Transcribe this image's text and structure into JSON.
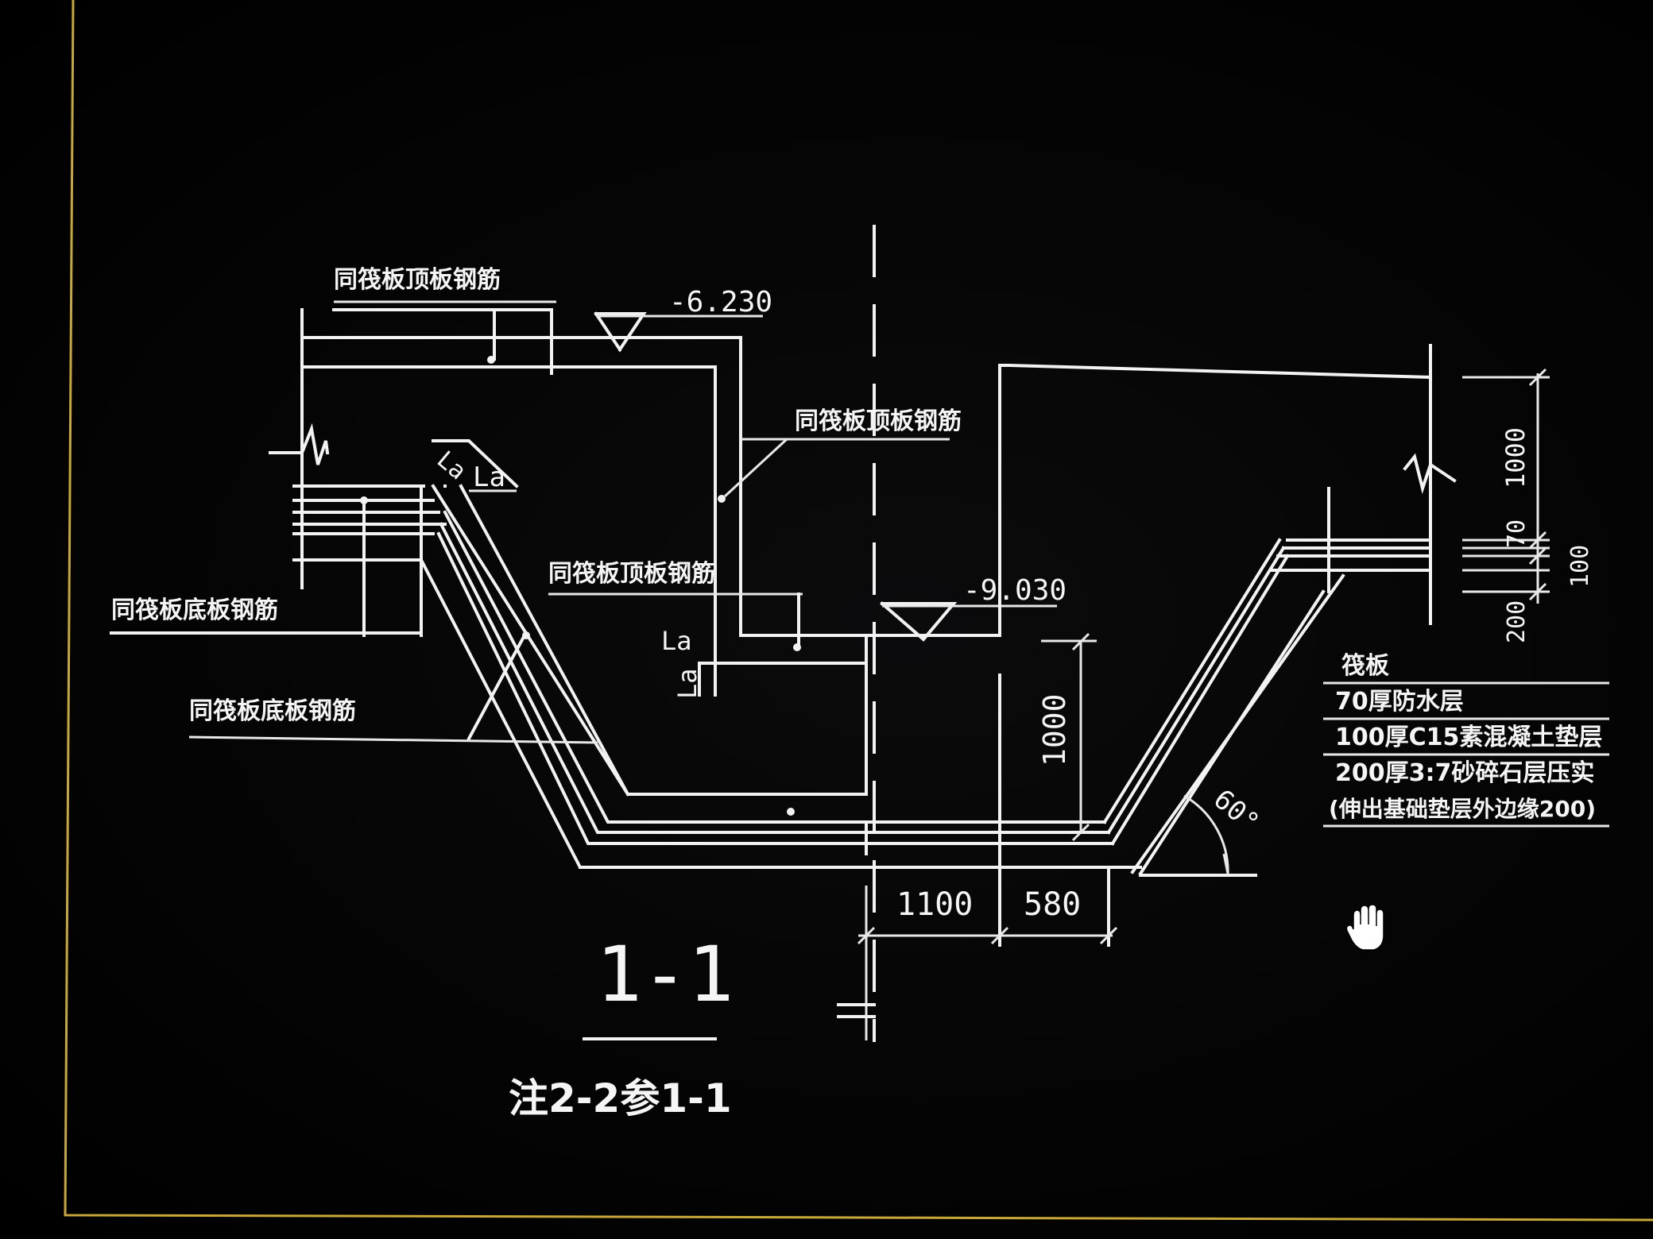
{
  "drawing": {
    "section_title": "1-1",
    "note": "注2-2参1-1",
    "colors": {
      "background": "#030303",
      "lines": "#f2f2f2",
      "frame": "#c9a83a"
    }
  },
  "labels": {
    "top_left_rebar": "同筏板顶板钢筋",
    "mid_rebar_top": "同筏板顶板钢筋",
    "mid_rebar_lower": "同筏板顶板钢筋",
    "left_bottom_rebar_1": "同筏板底板钢筋",
    "left_bottom_rebar_2": "同筏板底板钢筋"
  },
  "elevations": {
    "upper": "-6.230",
    "lower": "-9.030"
  },
  "anchorage": {
    "la_1": "La",
    "la_2": "La",
    "la_3": "La",
    "la_4": "La"
  },
  "dimensions": {
    "pit_depth": "1000",
    "width_1": "1100",
    "width_2": "580",
    "right_1000": "1000",
    "right_70": "70",
    "right_100": "100",
    "right_200": "200",
    "angle": "60°"
  },
  "layers_legend": {
    "items": [
      "筏板",
      "70厚防水层",
      "100厚C15素混凝土垫层",
      "200厚3:7砂碎石层压实",
      "(伸出基础垫层外边缘200)"
    ]
  },
  "cursor": {
    "icon": "hand-pan-icon"
  }
}
